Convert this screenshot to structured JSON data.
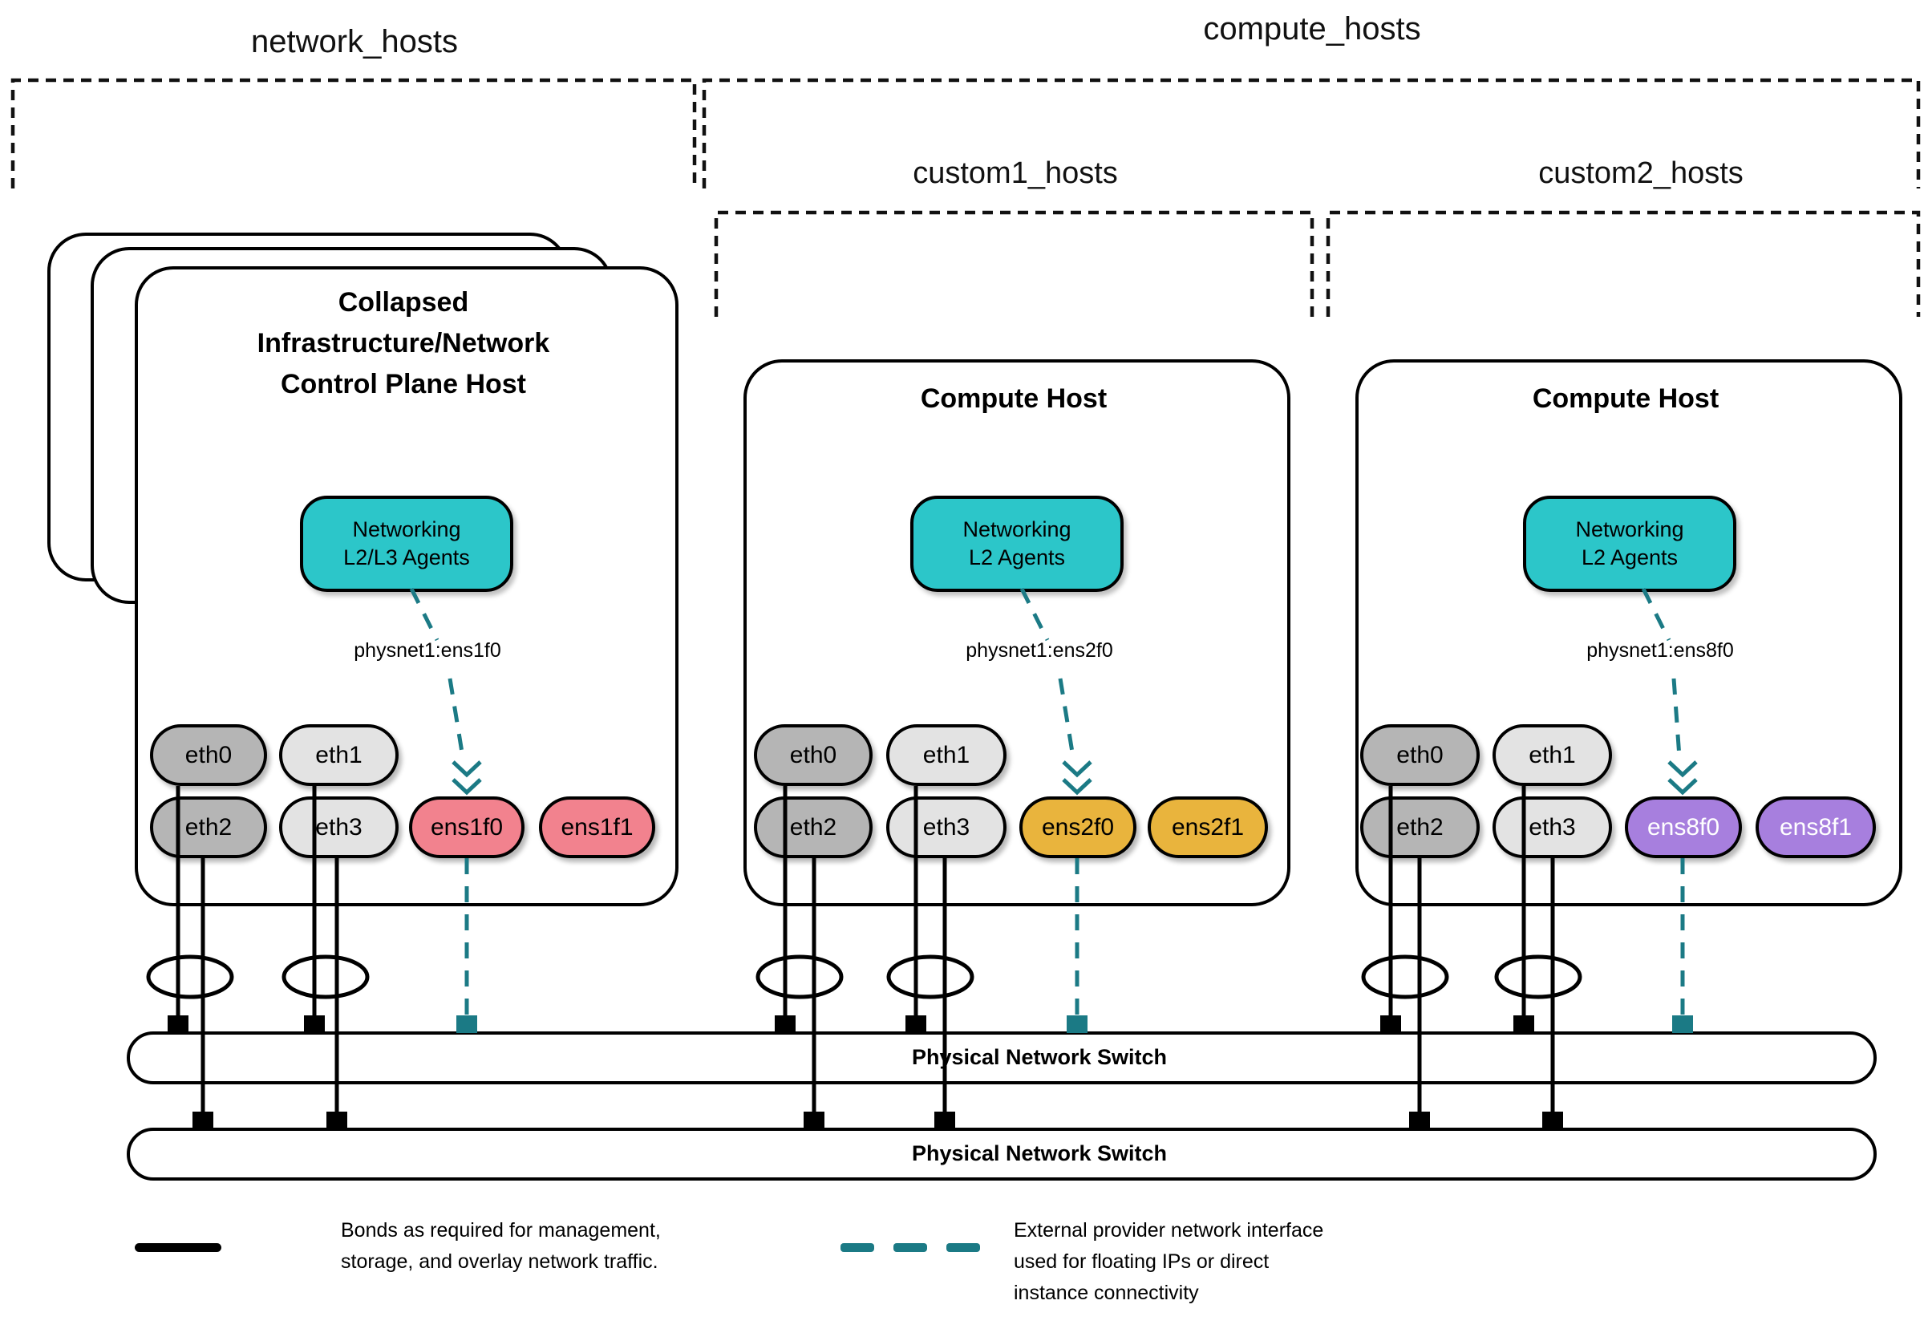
{
  "colors": {
    "teal_fill": "#2CC6C9",
    "teal_dark": "#1B7A85",
    "pink": "#F2828E",
    "gold": "#E9B43D",
    "purple": "#A77FDE",
    "gray_dark": "#B5B5B5",
    "gray_light": "#E3E3E3"
  },
  "groups": {
    "network": {
      "label": "network_hosts"
    },
    "compute": {
      "label": "compute_hosts"
    },
    "custom1": {
      "label": "custom1_hosts"
    },
    "custom2": {
      "label": "custom2_hosts"
    }
  },
  "hosts": [
    {
      "title_lines": [
        "Collapsed",
        "Infrastructure/Network",
        "Control Plane Host"
      ],
      "agent_lines": [
        "Networking",
        "L2/L3 Agents"
      ],
      "physnet_label": "physnet1:ens1f0",
      "nics": [
        {
          "label": "eth0"
        },
        {
          "label": "eth1"
        },
        {
          "label": "eth2"
        },
        {
          "label": "eth3"
        },
        {
          "label": "ens1f0"
        },
        {
          "label": "ens1f1"
        }
      ]
    },
    {
      "title_lines": [
        "Compute Host"
      ],
      "agent_lines": [
        "Networking",
        "L2 Agents"
      ],
      "physnet_label": "physnet1:ens2f0",
      "nics": [
        {
          "label": "eth0"
        },
        {
          "label": "eth1"
        },
        {
          "label": "eth2"
        },
        {
          "label": "eth3"
        },
        {
          "label": "ens2f0"
        },
        {
          "label": "ens2f1"
        }
      ]
    },
    {
      "title_lines": [
        "Compute Host"
      ],
      "agent_lines": [
        "Networking",
        "L2 Agents"
      ],
      "physnet_label": "physnet1:ens8f0",
      "nics": [
        {
          "label": "eth0"
        },
        {
          "label": "eth1"
        },
        {
          "label": "eth2"
        },
        {
          "label": "eth3"
        },
        {
          "label": "ens8f0"
        },
        {
          "label": "ens8f1"
        }
      ]
    }
  ],
  "switches": [
    {
      "label": "Physical Network Switch"
    },
    {
      "label": "Physical Network Switch"
    }
  ],
  "legend": {
    "bond": {
      "lines": [
        "Bonds as required for management,",
        "storage, and overlay network traffic."
      ]
    },
    "external": {
      "lines": [
        "External provider network interface",
        "used for floating IPs or direct",
        "instance connectivity"
      ]
    }
  }
}
